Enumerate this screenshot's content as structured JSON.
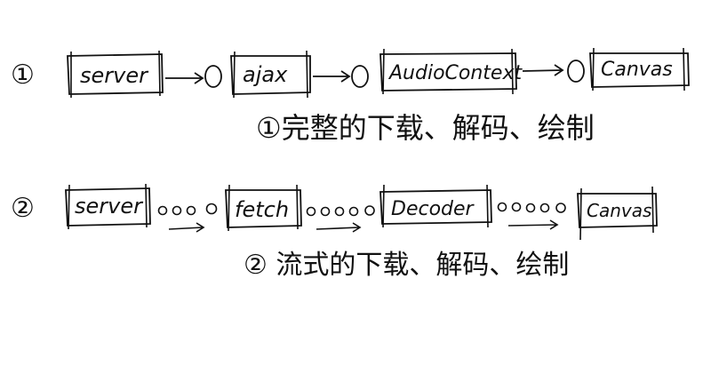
{
  "diagram": {
    "rows": [
      {
        "marker": "①",
        "nodes": [
          {
            "label": "server"
          },
          {
            "label": "ajax"
          },
          {
            "label": "AudioContext"
          },
          {
            "label": "Canvas"
          }
        ],
        "connector_style": "arrow-with-single-circle",
        "caption": "①完整的下载、解码、绘制"
      },
      {
        "marker": "②",
        "nodes": [
          {
            "label": "server"
          },
          {
            "label": "fetch"
          },
          {
            "label": "Decoder"
          },
          {
            "label": "Canvas"
          }
        ],
        "connector_style": "many-small-circles-with-arrow-below",
        "caption": "② 流式的下载、解码、绘制"
      }
    ]
  }
}
